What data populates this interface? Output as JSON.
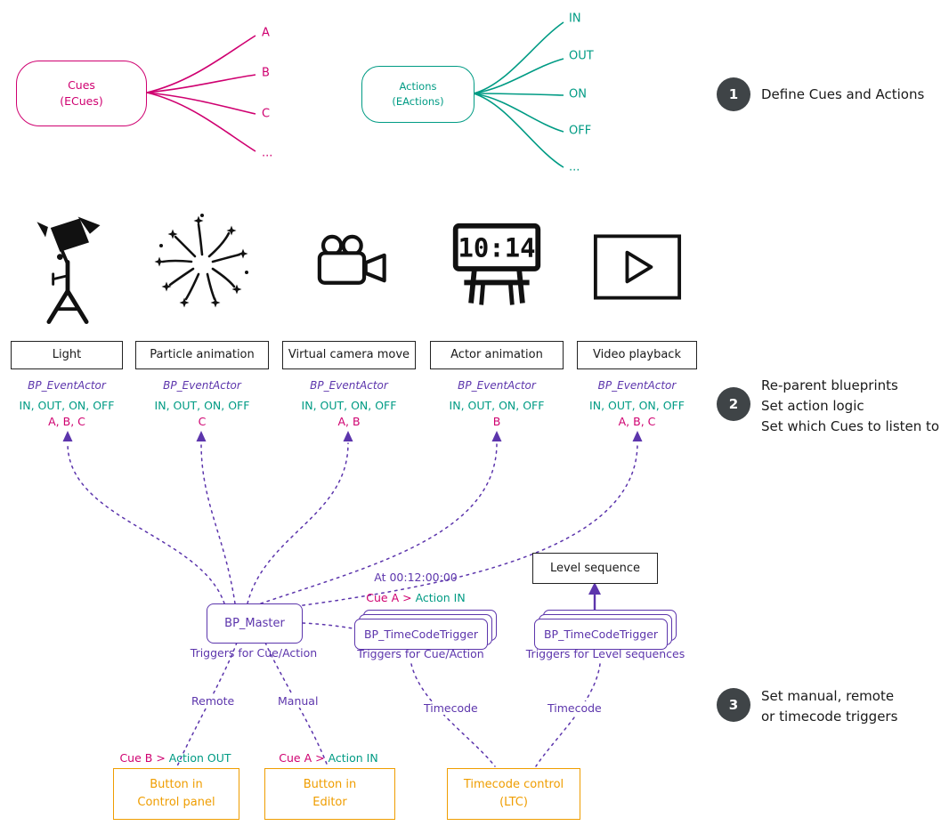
{
  "colors": {
    "cue_pink": "#cf0070",
    "action_teal": "#009b84",
    "blueprint_purple": "#5c35ac",
    "trigger_orange": "#ef9d00",
    "step_circle_gray": "#3f4447",
    "ink_black": "#1a1a1a"
  },
  "cues_tree": {
    "line1": "Cues",
    "line2": "(ECues)",
    "branches": [
      "A",
      "B",
      "C",
      "..."
    ]
  },
  "actions_tree": {
    "line1": "Actions",
    "line2": "(EActions)",
    "branches": [
      "IN",
      "OUT",
      "ON",
      "OFF",
      "..."
    ]
  },
  "steps": [
    {
      "number": "1",
      "lines": [
        "Define Cues and Actions"
      ]
    },
    {
      "number": "2",
      "lines": [
        "Re-parent blueprints",
        "Set action logic",
        "Set which Cues to listen to"
      ]
    },
    {
      "number": "3",
      "lines": [
        "Set manual, remote",
        "or timecode triggers"
      ]
    }
  ],
  "devices": [
    {
      "label": "Light",
      "parent": "BP_EventActor",
      "actions": "IN, OUT, ON, OFF",
      "cues": "A, B, C"
    },
    {
      "label": "Particle animation",
      "parent": "BP_EventActor",
      "actions": "IN, OUT, ON, OFF",
      "cues": "C"
    },
    {
      "label": "Virtual camera move",
      "parent": "BP_EventActor",
      "actions": "IN, OUT, ON, OFF",
      "cues": "A, B"
    },
    {
      "label": "Actor animation",
      "parent": "BP_EventActor",
      "actions": "IN, OUT, ON, OFF",
      "cues": "B"
    },
    {
      "label": "Video playback",
      "parent": "BP_EventActor",
      "actions": "IN, OUT, ON, OFF",
      "cues": "A, B, C"
    }
  ],
  "scoreboard": {
    "display": "10:14"
  },
  "master": {
    "label": "BP_Master",
    "caption": "Triggers for Cue/Action"
  },
  "timecode_trigger": {
    "label": "BP_TimeCodeTrigger",
    "caption": "Triggers for Cue/Action",
    "time": "At 00:12:00:00",
    "cue": "Cue A >",
    "action": "Action IN"
  },
  "level_sequence": {
    "label": "Level sequence"
  },
  "level_trigger": {
    "label": "BP_TimeCodeTrigger",
    "caption": "Triggers for Level sequences"
  },
  "edge_labels": {
    "remote": "Remote",
    "manual": "Manual",
    "timecode_left": "Timecode",
    "timecode_right": "Timecode"
  },
  "remote_binding": {
    "cue": "Cue B >",
    "action": "Action OUT"
  },
  "manual_binding": {
    "cue": "Cue A >",
    "action": "Action IN"
  },
  "sources": [
    {
      "line1": "Button in",
      "line2": "Control panel"
    },
    {
      "line1": "Button in",
      "line2": "Editor"
    },
    {
      "line1": "Timecode control",
      "line2": "(LTC)"
    }
  ]
}
